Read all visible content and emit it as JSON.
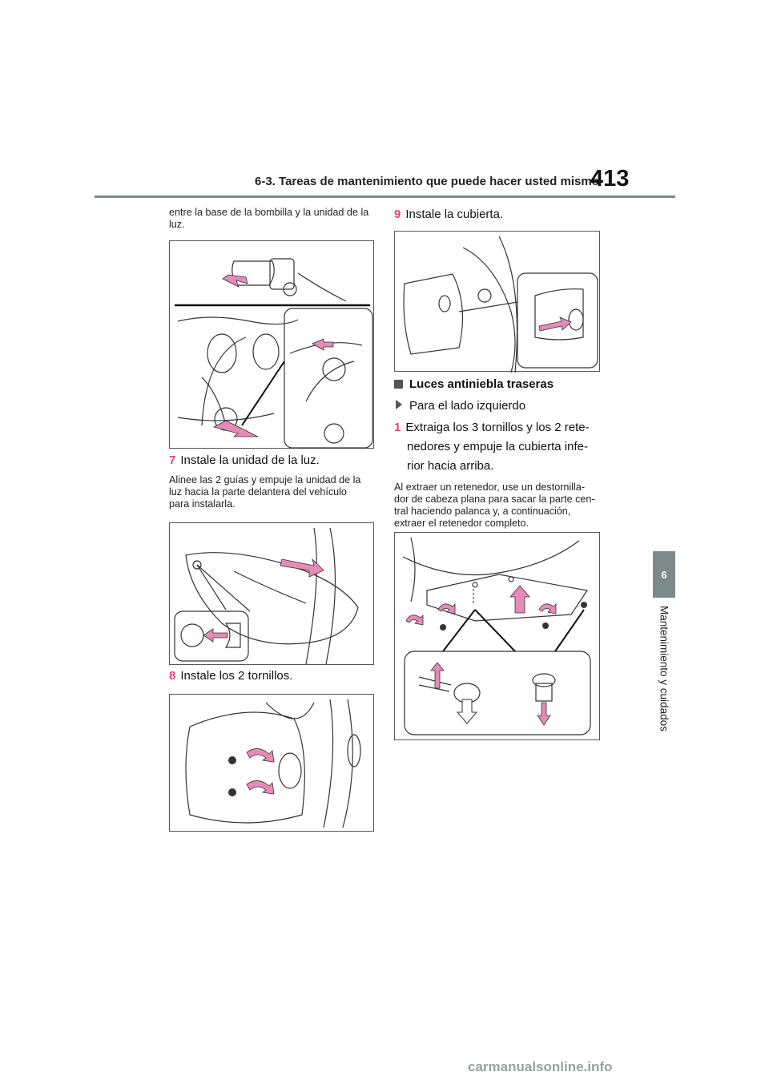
{
  "header": {
    "section_title": "6-3. Tareas de mantenimiento que puede hacer usted mismo",
    "page_number": "413"
  },
  "side_tab": {
    "chapter_number": "6",
    "chapter_label": "Mantenimiento y cuidados"
  },
  "left_column": {
    "intro_line1": "entre la base de la bombilla y la unidad de la",
    "intro_line2": "luz.",
    "step7": {
      "number": "7",
      "text": "Instale la unidad de la luz."
    },
    "step7_note": [
      "Alinee las 2 guías y empuje la unidad de la",
      "luz hacia la parte delantera del vehículo",
      "para instalarla."
    ],
    "step8": {
      "number": "8",
      "text": "Instale los 2 tornillos."
    }
  },
  "right_column": {
    "step9": {
      "number": "9",
      "text": "Instale la cubierta."
    },
    "section_heading": "Luces antiniebla traseras",
    "bullet": "Para el lado izquierdo",
    "step1": {
      "number": "1",
      "lines": [
        "Extraiga los 3 tornillos y los 2 rete-",
        "nedores y empuje la cubierta infe-",
        "rior hacia arriba."
      ]
    },
    "step1_note": [
      "Al extraer un retenedor, use un destornilla-",
      "dor de cabeza plana para sacar la parte cen-",
      "tral haciendo palanca y, a continuación,",
      "extraer el retenedor completo."
    ]
  },
  "footer": {
    "watermark": "carmanualsonline.info"
  },
  "colors": {
    "accent_pink": "#e0457b",
    "arrow_pink": "#e68ab8",
    "tab_gray": "#7d8a8a"
  },
  "icons": [
    "square-bullet-icon",
    "triangle-bullet-icon",
    "push-arrow-icon"
  ]
}
